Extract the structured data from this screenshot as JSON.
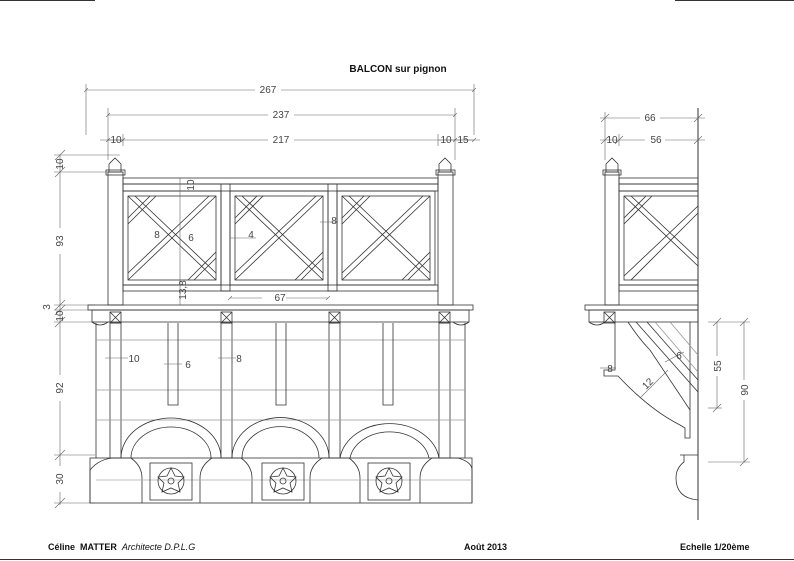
{
  "drawing": {
    "title": "BALCON sur pignon",
    "front_view": {
      "dims_horizontal": {
        "overall": "267",
        "inner": "237",
        "left_post": "10",
        "span": "217",
        "right_post": "10",
        "right_overhang": "15",
        "panel": "67"
      },
      "dims_vertical": {
        "post_cap": "10",
        "railing": "93",
        "cornice": "3",
        "beam": "10",
        "bracket_zone": "92",
        "base": "30"
      },
      "dims_internal": {
        "rail_top": "10",
        "lattice": "8",
        "lattice_b": "6",
        "lattice_c": "4",
        "rail_right": "8",
        "rail_bottom": "13,8",
        "post": "10",
        "baluster": "6",
        "baluster_b": "8"
      }
    },
    "side_view": {
      "dims_horizontal": {
        "overall": "66",
        "post": "10",
        "depth": "56"
      },
      "dims_vertical": {
        "lower": "55",
        "total": "90"
      },
      "dims_internal": {
        "corbel_width": "8",
        "brace": "12",
        "brace_b": "6"
      }
    }
  },
  "footer": {
    "author_first": "Céline",
    "author_last": "MATTER",
    "profession": "Architecte D.P.L.G",
    "date": "Août 2013",
    "scale": "Echelle 1/20ème"
  }
}
